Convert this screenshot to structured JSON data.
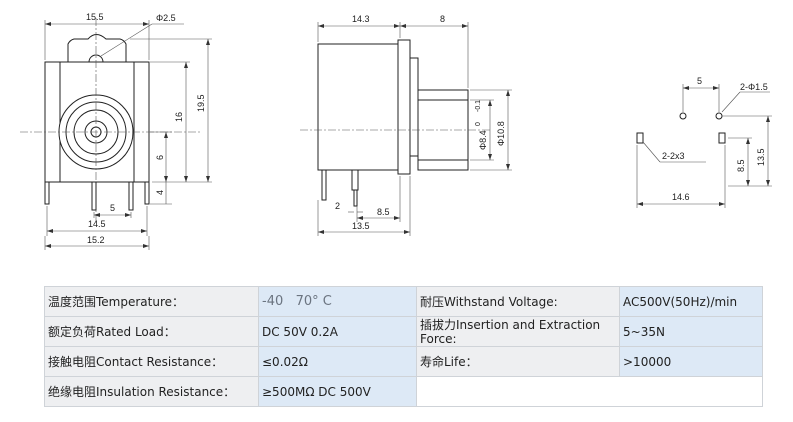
{
  "drawing": {
    "front_view": {
      "top_width": "15.5",
      "mount_hole": "Φ2.5",
      "height_total": "19.5",
      "height_center": "16",
      "pin_height_1": "6",
      "pin_height_2": "4",
      "pin_spacing": "5",
      "pin_span": "14.5",
      "bottom_width": "15.2"
    },
    "side_view": {
      "body_length": "14.3",
      "barrel_length": "8",
      "barrel_diameter_outer": "Φ10.8",
      "barrel_diameter_inner": "Φ8.4",
      "tolerance_upper": "0",
      "tolerance_lower": "-0.1",
      "pin_offset": "2",
      "pin_spacing": "8.5",
      "footprint_length": "13.5"
    },
    "pcb_layout": {
      "hole_spacing": "5",
      "holes": "2-Φ1.5",
      "slots": "2-2x3",
      "width": "14.6",
      "height_inner": "8.5",
      "height_outer": "13.5"
    }
  },
  "specs": {
    "row1": {
      "left_label": "温度范围Temperature：",
      "left_value": "-40   70° C",
      "right_label": "耐压Withstand Voltage:",
      "right_value": "AC500V(50Hz)/min"
    },
    "row2": {
      "left_label": "额定负荷Rated Load：",
      "left_value": "DC 50V 0.2A",
      "right_label": "插拔力Insertion and Extraction Force:",
      "right_value": "5~35N"
    },
    "row3": {
      "left_label": "接触电阻Contact Resistance：",
      "left_value": "≤0.02Ω",
      "right_label": "寿命Life：",
      "right_value": ">10000"
    },
    "row4": {
      "left_label": "绝缘电阻Insulation Resistance：",
      "left_value": "≥500MΩ DC 500V"
    }
  }
}
